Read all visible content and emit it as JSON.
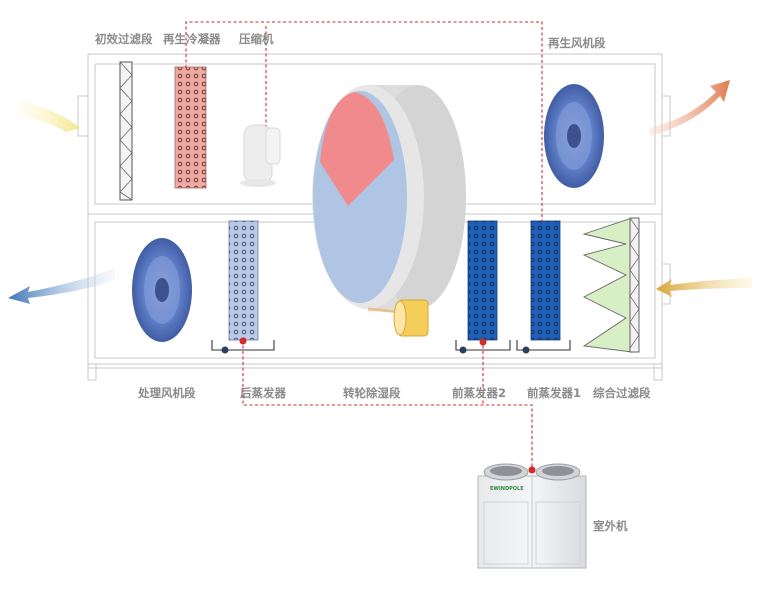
{
  "labels": {
    "primary_filter": "初效过滤段",
    "regen_condenser": "再生冷凝器",
    "compressor": "压缩机",
    "regen_fan": "再生风机段",
    "process_fan": "处理风机段",
    "post_evaporator": "后蒸发器",
    "desiccant_wheel": "转轮除湿段",
    "pre_evaporator_2": "前蒸发器2",
    "pre_evaporator_1": "前蒸发器1",
    "combined_filter": "综合过滤段",
    "outdoor_unit": "室外机"
  },
  "outdoor_unit_brand": "EWINDPOLE",
  "colors": {
    "refrigerant_line": "#d42a2a",
    "condenser": "#f0a9a3",
    "evaporator_light": "#b9c9e6",
    "evaporator_dark": "#1f5fb5",
    "fan_blue": "#5b7bc4",
    "wheel_red": "#f08a8c",
    "wheel_blue": "#b0c4e3",
    "filter_green": "#d8eec4",
    "motor_yellow": "#f5cd5a"
  }
}
